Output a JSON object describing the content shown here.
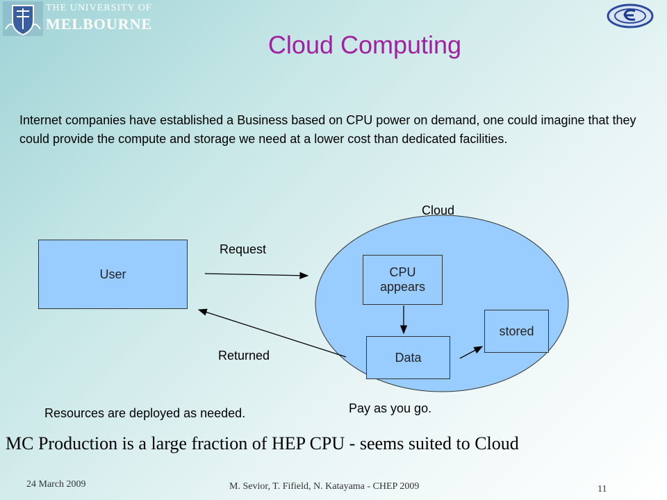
{
  "header": {
    "university_line1": "THE UNIVERSITY OF",
    "university_line2": "MELBOURNE"
  },
  "title": "Cloud Computing",
  "intro": "Internet companies have established a Business based on CPU power on demand, one could imagine that they could provide the compute and storage we need at a lower cost than dedicated facilities.",
  "diagram": {
    "user": "User",
    "request": "Request",
    "returned": "Returned",
    "cloud": "Cloud",
    "cpu_line1": "CPU",
    "cpu_line2": "appears",
    "data": "Data",
    "stored": "stored"
  },
  "resources_note": "Resources are deployed as needed.",
  "payg_note": "Pay as you go.",
  "conclusion": "MC Production is  a large fraction of HEP  CPU - seems suited to Cloud",
  "footer": {
    "date": "24 March 2009",
    "authors": "M. Sevior, T. Fifield, N. Katayama - CHEP 2009",
    "page": "11"
  },
  "colors": {
    "title": "#a020a0",
    "box_fill": "#99ccff",
    "cloud_fill": "#99ccff"
  }
}
